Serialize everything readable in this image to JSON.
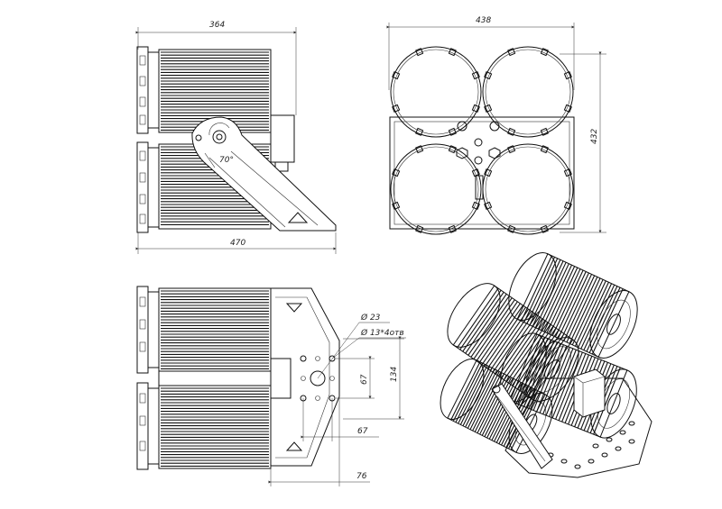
{
  "dimensions": {
    "side_width": "364",
    "front_width": "438",
    "front_height": "432",
    "side_depth": "470",
    "mount_spacing_v": "67",
    "mount_spacing_total": "134",
    "mount_spacing_h": "67",
    "bracket_offset": "76",
    "angle": "70°"
  },
  "holes": {
    "large": "Ø 23",
    "small": "Ø 13*4отв"
  },
  "colors": {
    "line": "#111111",
    "paper": "#ffffff"
  }
}
